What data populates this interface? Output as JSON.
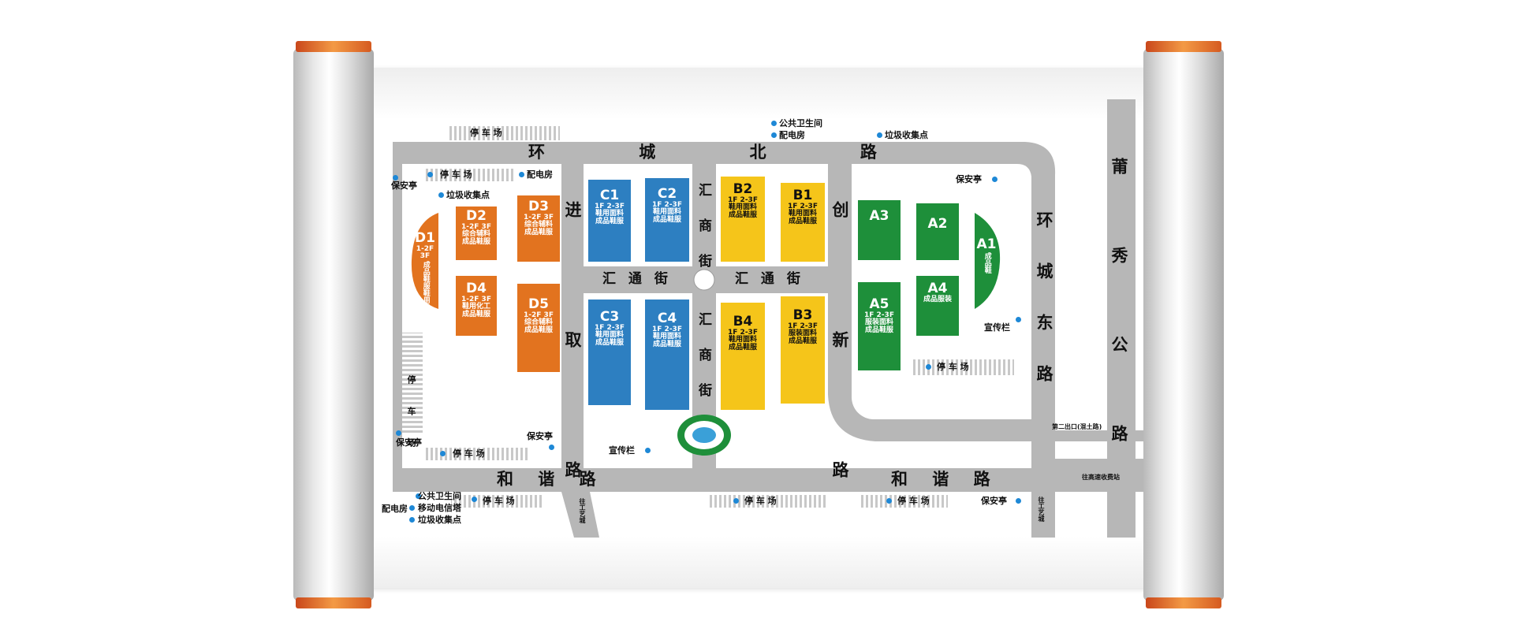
{
  "roads": {
    "north": "环 城 北 路",
    "east": "环 城 东 路",
    "jinqu": "进 取 路",
    "chuangxin": "创 新 路",
    "huishang_n": "汇 商 街",
    "huishang_s": "汇 商 街",
    "huitong_w": "汇 通 街",
    "huitong_e": "汇 通 街",
    "hexie_w": "和 谐 路",
    "hexie_e": "和 谐 路",
    "puxiu": "莆 秀 公 路"
  },
  "labels": {
    "parking": "停 车 场",
    "guard": "保安亭",
    "trash": "垃圾收集点",
    "power_room": "配电房",
    "power_booth": "配电房",
    "toilet": "公共卫生间",
    "tower": "移动电信塔",
    "notice": "宣传栏",
    "exit2": "第二出口(混土路)",
    "to_gongyi": "往工艺城",
    "to_toll": "往高速收费站"
  },
  "colors": {
    "road": "#b7b7b7",
    "orange": "#e2731f",
    "blue": "#2d7fc1",
    "yellow": "#f5c51a",
    "green": "#1e8f3a"
  },
  "buildings": {
    "D1": {
      "code": "D1",
      "floors": "1-2F 3F",
      "l1": "鞋用机械",
      "l2": "成品鞋服"
    },
    "D2": {
      "code": "D2",
      "floors": "1-2F 3F",
      "l1": "综合辅料",
      "l2": "成品鞋服"
    },
    "D3": {
      "code": "D3",
      "floors": "1-2F 3F",
      "l1": "综合辅料",
      "l2": "成品鞋服"
    },
    "D4": {
      "code": "D4",
      "floors": "1-2F 3F",
      "l1": "鞋用化工",
      "l2": "成品鞋服"
    },
    "D5": {
      "code": "D5",
      "floors": "1-2F 3F",
      "l1": "综合辅料",
      "l2": "成品鞋服"
    },
    "C1": {
      "code": "C1",
      "floors": "1F 2-3F",
      "l1": "鞋用面料",
      "l2": "成品鞋服"
    },
    "C2": {
      "code": "C2",
      "floors": "1F 2-3F",
      "l1": "鞋用面料",
      "l2": "成品鞋服"
    },
    "C3": {
      "code": "C3",
      "floors": "1F 2-3F",
      "l1": "鞋用面料",
      "l2": "成品鞋服"
    },
    "C4": {
      "code": "C4",
      "floors": "1F 2-3F",
      "l1": "鞋用面料",
      "l2": "成品鞋服"
    },
    "B1": {
      "code": "B1",
      "floors": "1F 2-3F",
      "l1": "鞋用面料",
      "l2": "成品鞋服"
    },
    "B2": {
      "code": "B2",
      "floors": "1F 2-3F",
      "l1": "鞋用面料",
      "l2": "成品鞋服"
    },
    "B3": {
      "code": "B3",
      "floors": "1F 2-3F",
      "l1": "服装面料",
      "l2": "成品鞋服"
    },
    "B4": {
      "code": "B4",
      "floors": "1F 2-3F",
      "l1": "鞋用面料",
      "l2": "成品鞋服"
    },
    "A1": {
      "code": "A1",
      "l2": "成品鞋"
    },
    "A2": {
      "code": "A2"
    },
    "A3": {
      "code": "A3"
    },
    "A4": {
      "code": "A4",
      "l2": "成品服装"
    },
    "A5": {
      "code": "A5",
      "floors": "1F 2-3F",
      "l1": "服装面料",
      "l2": "成品鞋服"
    }
  }
}
